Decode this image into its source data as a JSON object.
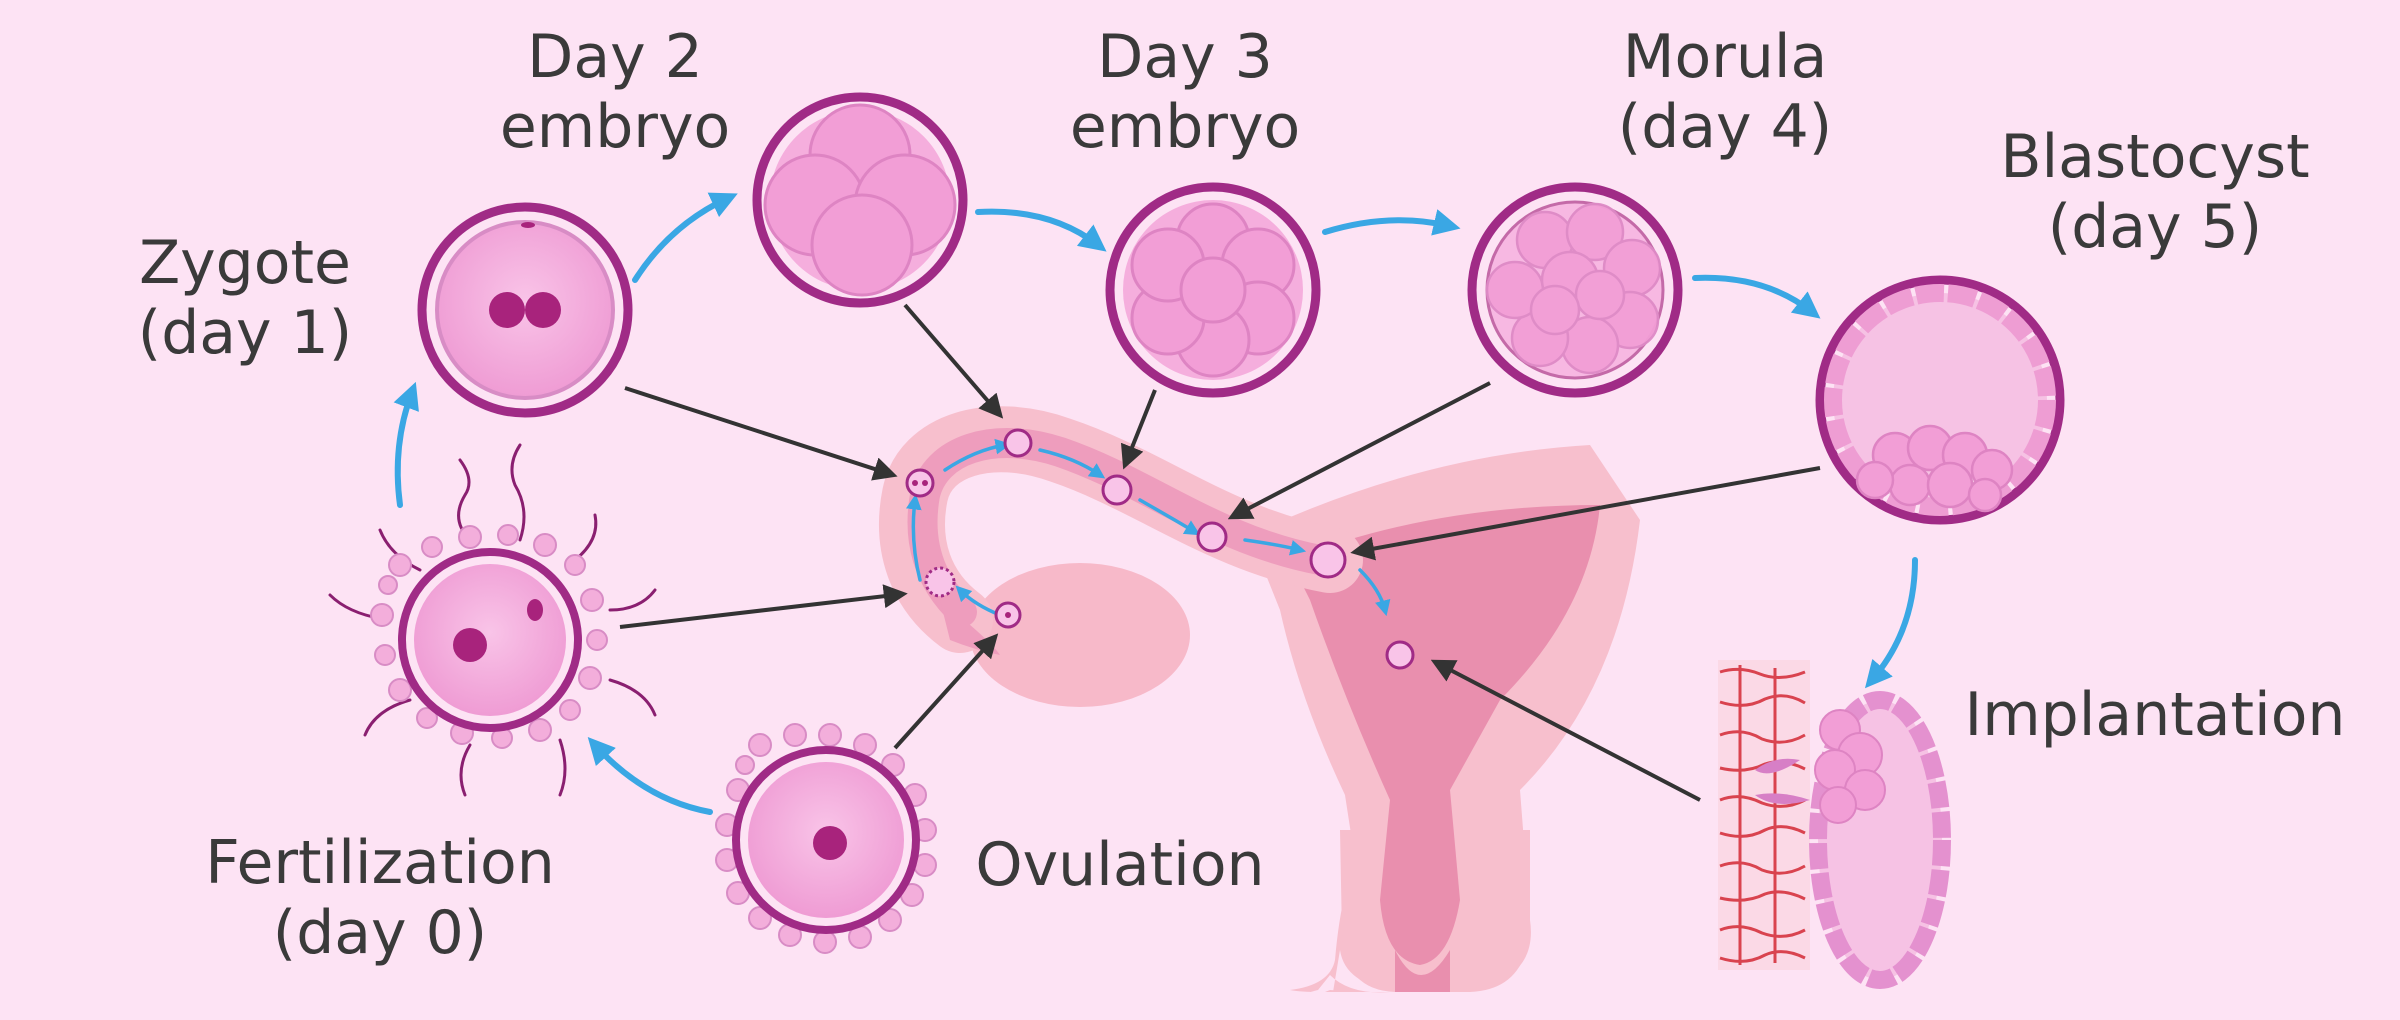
{
  "labels": {
    "day2": [
      "Day 2",
      "embryo"
    ],
    "day3": [
      "Day 3",
      "embryo"
    ],
    "morula": [
      "Morula",
      "(day 4)"
    ],
    "blastocyst": [
      "Blastocyst",
      "(day 5)"
    ],
    "zygote": [
      "Zygote",
      "(day 1)"
    ],
    "implantation": "Implantation",
    "fertilization": [
      "Fertilization",
      "(day 0)"
    ],
    "ovulation": "Ovulation"
  },
  "colors": {
    "background": "#fde3f4",
    "cell_border": "#a02b86",
    "cell_fill": "#f5a9dc",
    "nucleus": "#a8237c",
    "arrow_blue": "#3aa7e4",
    "pointer": "#333333",
    "uterus_outer": "#f7bfcd",
    "uterus_inner": "#e98fae",
    "vessels": "#d9434f"
  }
}
